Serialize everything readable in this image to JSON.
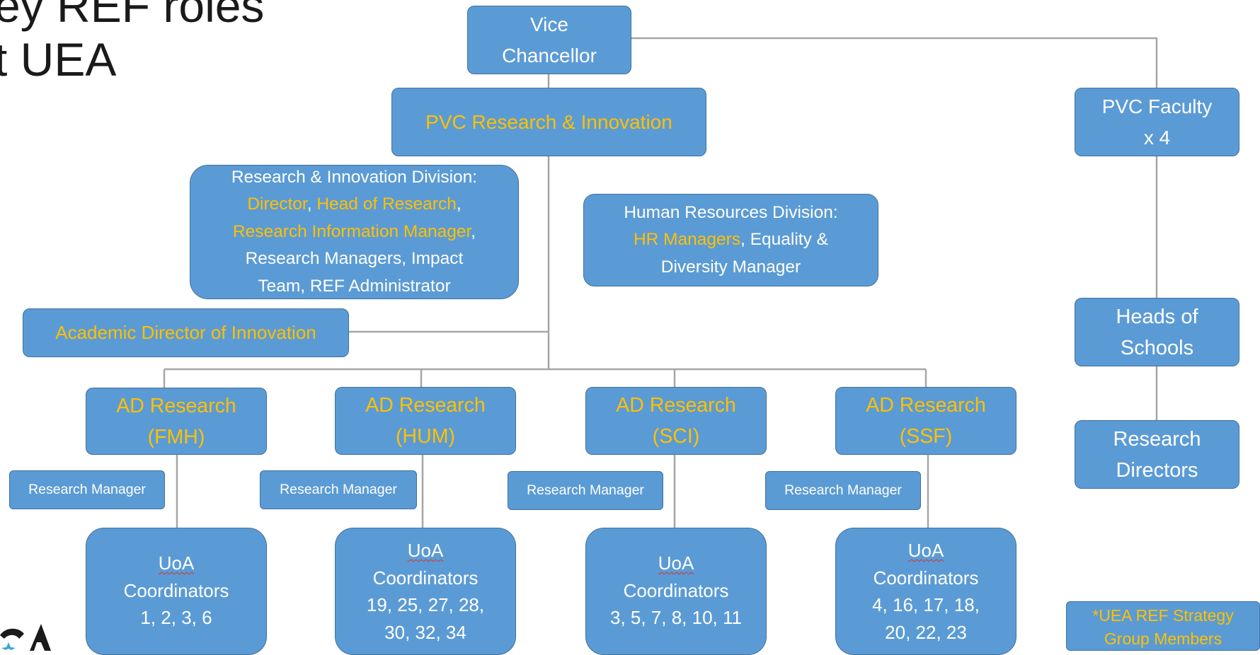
{
  "slide": {
    "title_line1": "ey REF roles",
    "title_line2": "t UEA"
  },
  "chart": {
    "vice_chancellor": {
      "line1": "Vice",
      "line2": "Chancellor"
    },
    "pvc_research": "PVC Research & Innovation",
    "ri_division": {
      "heading": "Research & Innovation Division:",
      "director": "Director",
      "sep1": ", ",
      "head_of_research": "Head of Research",
      "sep2": ",",
      "rim": "Research Information Manager",
      "sep3": ",",
      "line4": "Research Managers, Impact",
      "line5": "Team, REF Administrator"
    },
    "hr_division": {
      "heading": "Human Resources Division:",
      "hr_managers": "HR Managers",
      "rest2": ", Equality &",
      "line3": "Diversity Manager"
    },
    "academic_director": "Academic Director of Innovation",
    "ad_research": [
      {
        "line1": "AD Research",
        "line2": "(FMH)"
      },
      {
        "line1": "AD Research",
        "line2": "(HUM)"
      },
      {
        "line1": "AD Research",
        "line2": "(SCI)"
      },
      {
        "line1": "AD Research",
        "line2": "(SSF)"
      }
    ],
    "research_manager_label": "Research Manager",
    "uoa": [
      {
        "word1": "UoA",
        "word2": "Coordinators",
        "line3": "1, 2, 3, 6",
        "line4": ""
      },
      {
        "word1": "UoA",
        "word2": "Coordinators",
        "line3": "19, 25, 27, 28,",
        "line4": "30, 32, 34"
      },
      {
        "word1": "UoA",
        "word2": "Coordinators",
        "line3": "3, 5, 7, 8, 10, 11",
        "line4": ""
      },
      {
        "word1": "UoA",
        "word2": "Coordinators",
        "line3": "4, 16, 17, 18,",
        "line4": "20, 22, 23"
      }
    ],
    "pvc_faculty": {
      "line1": "PVC Faculty",
      "line2": "x 4"
    },
    "heads_of_schools": {
      "line1": "Heads of",
      "line2": "Schools"
    },
    "research_directors": {
      "line1": "Research",
      "line2": "Directors"
    },
    "legend": {
      "line1": "*UEA REF Strategy",
      "line2": "Group Members"
    }
  },
  "colors": {
    "box_fill": "#5b9bd5",
    "box_border": "#41719c",
    "highlight_text": "#ffc000",
    "connector": "#a6a6a6",
    "spelling_underline": "#d9302a"
  }
}
